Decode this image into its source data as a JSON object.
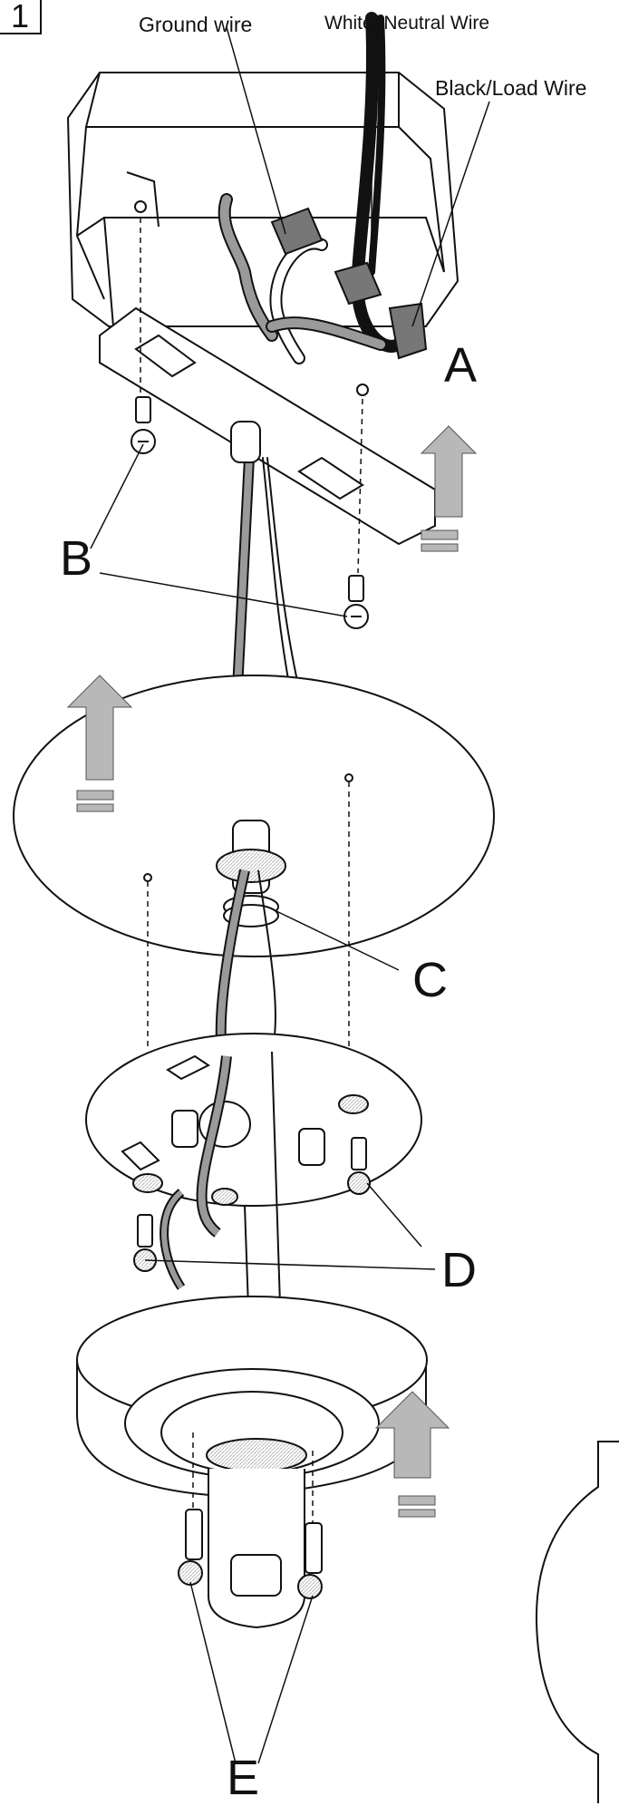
{
  "step_number": "1",
  "labels": {
    "ground_wire": "Ground wire",
    "neutral_wire": "White/ Neutral Wire",
    "load_wire": "Black/Load Wire",
    "a": "A",
    "b": "B",
    "c": "C",
    "d": "D",
    "e": "E"
  },
  "colors": {
    "line": "#111111",
    "gray_wire": "#9a9a9a",
    "arrow_fill": "#b8b8b8",
    "part_fill": "#ffffff",
    "connector_fill": "#777777"
  }
}
